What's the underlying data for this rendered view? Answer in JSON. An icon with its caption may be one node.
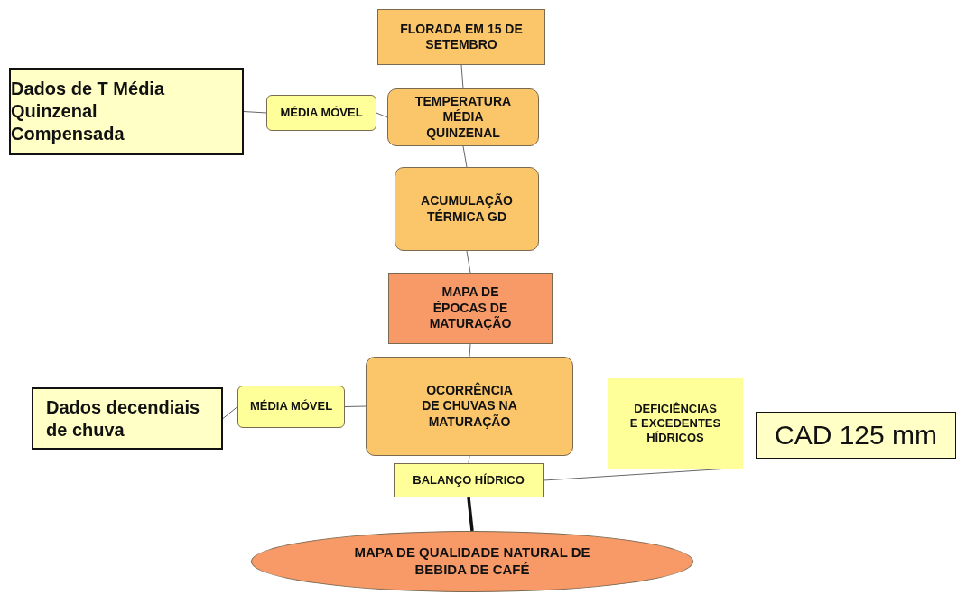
{
  "diagram": {
    "nodes": [
      {
        "text": [
          "FLORADA EM 15 DE SETEMBRO"
        ]
      },
      {
        "text": [
          "Dados de T Média Quinzenal Compensada"
        ]
      },
      {
        "text": [
          "MÉDIA MÓVEL"
        ]
      },
      {
        "text": [
          "TEMPERATURA MÉDIA QUINZENAL"
        ]
      },
      {
        "text": [
          "ACUMULAÇÃO TÉRMICA GD"
        ]
      },
      {
        "text": [
          "MAPA DE ÉPOCAS DE MATURAÇÃO"
        ]
      },
      {
        "text": [
          "Dados decendiais de chuva"
        ]
      },
      {
        "text": [
          "MÉDIA MÓVEL"
        ]
      },
      {
        "text": [
          "OCORRÊNCIA DE CHUVAS NA MATURAÇÃO"
        ]
      },
      {
        "text": [
          "DEFICIÊNCIAS E EXCEDENTES HÍDRICOS"
        ]
      },
      {
        "text": [
          "CAD 125 mm"
        ]
      },
      {
        "text": [
          "BALANÇO HÍDRICO"
        ]
      },
      {
        "text": [
          "MAPA DE QUALIDADE NATURAL DE BEBIDA DE CAFÉ"
        ]
      }
    ],
    "edges": [
      {
        "from": 0,
        "to": 3,
        "arrow": "none"
      },
      {
        "from": 1,
        "to": 2,
        "arrow": "none"
      },
      {
        "from": 2,
        "to": 3,
        "arrow": "none"
      },
      {
        "from": 3,
        "to": 4,
        "arrow": "none"
      },
      {
        "from": 4,
        "to": 5,
        "arrow": "none"
      },
      {
        "from": 5,
        "to": 8,
        "arrow": "none"
      },
      {
        "from": 6,
        "to": 7,
        "arrow": "none"
      },
      {
        "from": 7,
        "to": 8,
        "arrow": "none"
      },
      {
        "from": 8,
        "to": 11,
        "arrow": "none"
      },
      {
        "from": 11,
        "to": 9,
        "arrow": "none"
      },
      {
        "from": 11,
        "to": 12,
        "arrow": "none",
        "style": "thick"
      }
    ]
  }
}
